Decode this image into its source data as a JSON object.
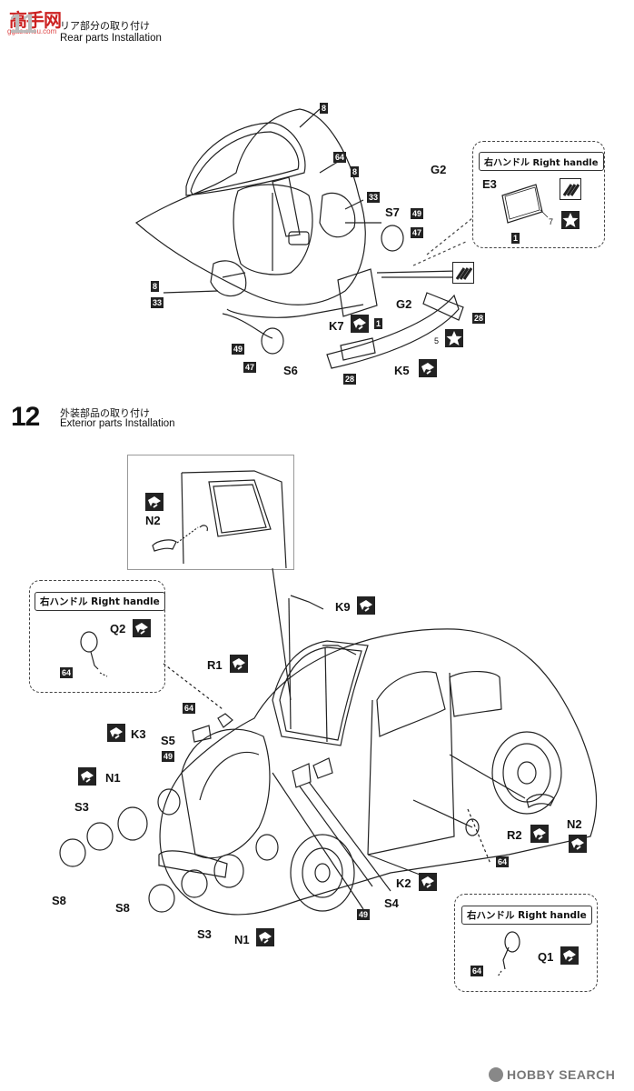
{
  "watermark": "高手网",
  "watermark_url": "ggas.shou.com",
  "step11": {
    "number": "11",
    "title_jp": "リア部分の取り付け",
    "title_en": "Rear parts Installation",
    "labels": {
      "p8a": "8",
      "p64": "64",
      "p8b": "8",
      "g2a": "G2",
      "p33a": "33",
      "s7": "S7",
      "p49a": "49",
      "p47a": "47",
      "p8c": "8",
      "p33b": "33",
      "g2b": "G2",
      "p28a": "28",
      "k7": "K7",
      "p1a": "1",
      "p5": "5",
      "p49b": "49",
      "p47b": "47",
      "s6": "S6",
      "k5": "K5",
      "p28b": "28"
    },
    "callout": {
      "title": "右ハンドル Right handle",
      "e3": "E3",
      "p7": "7",
      "p1": "1"
    }
  },
  "step12": {
    "number": "12",
    "title_jp": "外装部品の取り付け",
    "title_en": "Exterior parts Installation",
    "labels": {
      "n2a": "N2",
      "k9": "K9",
      "r1": "R1",
      "p64a": "64",
      "k3": "K3",
      "s5": "S5",
      "p49a": "49",
      "n1a": "N1",
      "s3a": "S3",
      "s8a": "S8",
      "s8b": "S8",
      "s3b": "S3",
      "n1b": "N1",
      "p49b": "49",
      "s4": "S4",
      "k2": "K2",
      "r2": "R2",
      "n2b": "N2",
      "p64b": "64"
    },
    "callout_left": {
      "title": "右ハンドル Right handle",
      "q2": "Q2",
      "p64": "64"
    },
    "callout_right": {
      "title": "右ハンドル Right handle",
      "q1": "Q1",
      "p64": "64"
    }
  },
  "footer": "HOBBY SEARCH"
}
